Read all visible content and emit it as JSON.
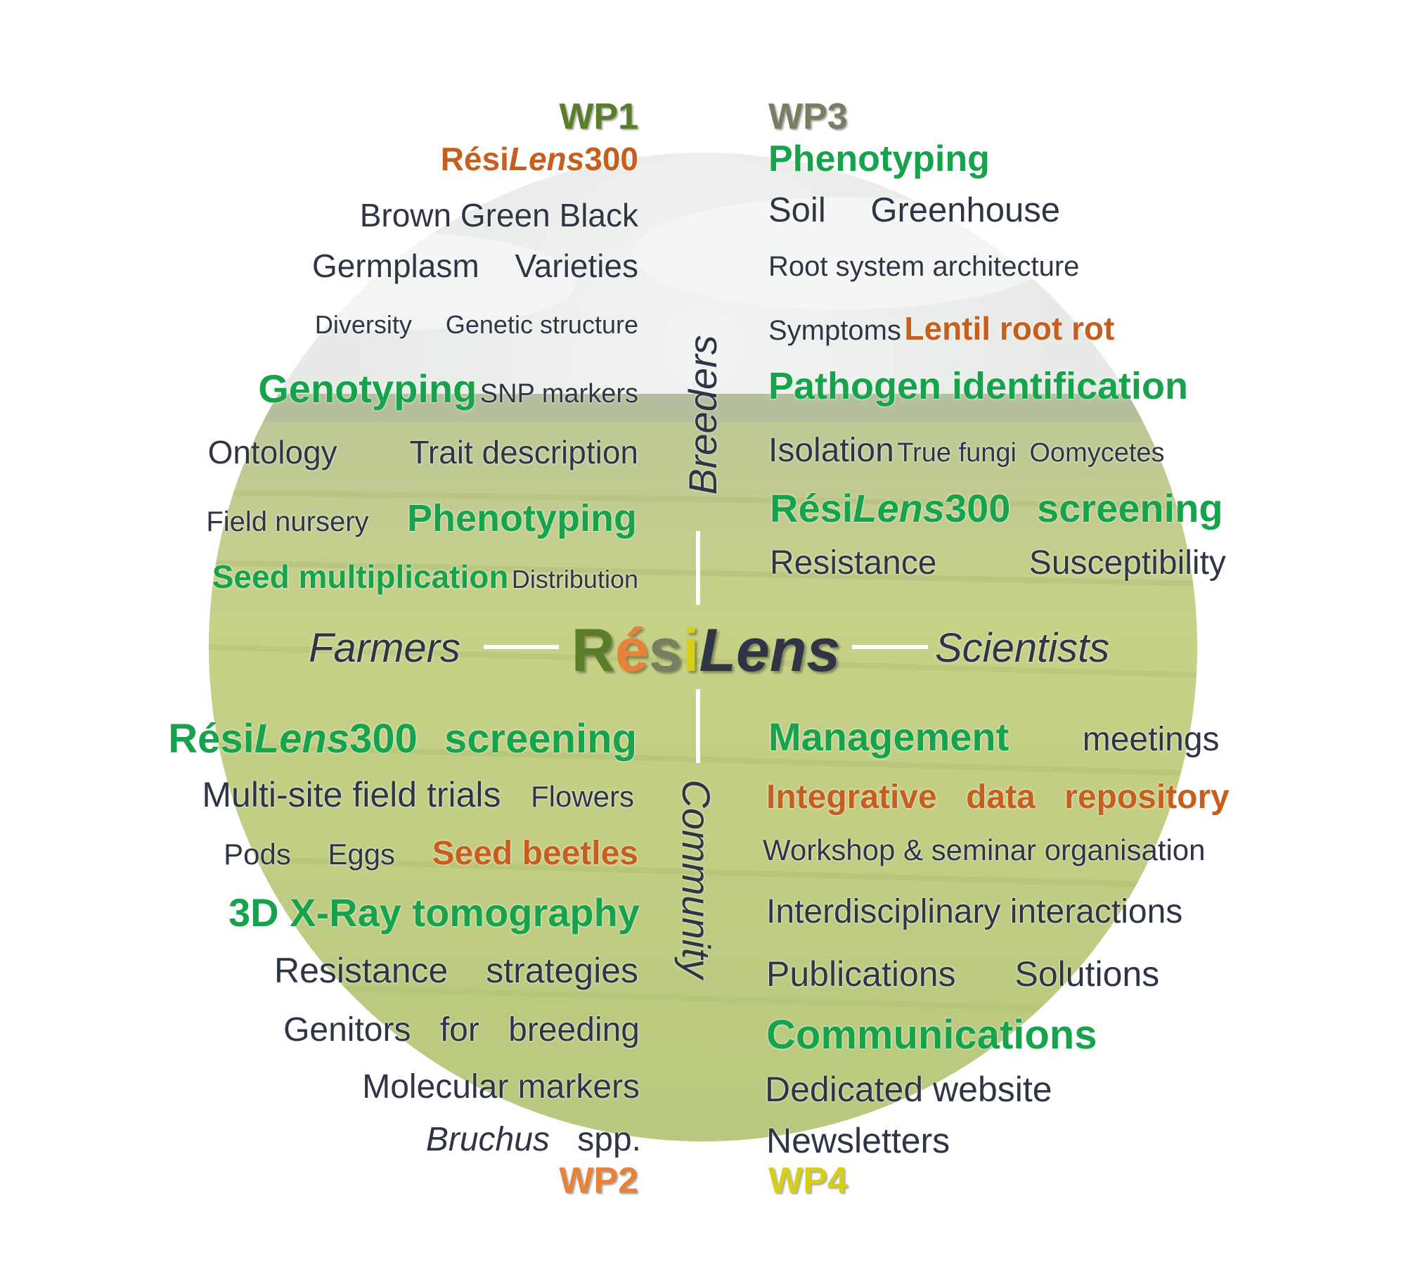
{
  "wp1": {
    "label": "WP1",
    "color": "#5a7d2a",
    "lines": [
      [
        "RésiLens300"
      ],
      [
        "Brown",
        "Green",
        "Black"
      ],
      [
        "Germplasm",
        "Varieties"
      ],
      [
        "Diversity",
        "Genetic structure"
      ],
      [
        "Genotyping",
        "SNP markers"
      ],
      [
        "Ontology",
        "Trait description"
      ],
      [
        "Field nursery",
        "Phenotyping"
      ],
      [
        "Seed multiplication",
        "Distribution"
      ]
    ]
  },
  "wp3": {
    "label": "WP3",
    "color": "#7a7d62",
    "lines": [
      [
        "Phenotyping"
      ],
      [
        "Soil",
        "Greenhouse"
      ],
      [
        "Root system architecture"
      ],
      [
        "Symptoms",
        "Lentil root rot"
      ],
      [
        "Pathogen identification"
      ],
      [
        "Isolation",
        "True fungi",
        "Oomycetes"
      ],
      [
        "RésiLens300",
        "screening"
      ],
      [
        "Resistance",
        "Susceptibility"
      ]
    ]
  },
  "wp2": {
    "label": "WP2",
    "color": "#e8823a",
    "lines": [
      [
        "RésiLens300",
        "screening"
      ],
      [
        "Multi-site field trials",
        "Flowers"
      ],
      [
        "Pods",
        "Eggs",
        "Seed beetles"
      ],
      [
        "3D X-Ray tomography"
      ],
      [
        "Resistance",
        "strategies"
      ],
      [
        "Genitors",
        "for",
        "breeding"
      ],
      [
        "Molecular markers"
      ],
      [
        "Bruchus",
        "spp."
      ]
    ]
  },
  "wp4": {
    "label": "WP4",
    "color": "#d6cf18",
    "lines": [
      [
        "Management",
        "meetings"
      ],
      [
        "Integrative",
        "data",
        "repository"
      ],
      [
        "Workshop & seminar organisation"
      ],
      [
        "Interdisciplinary interactions"
      ],
      [
        "Publications",
        "Solutions"
      ],
      [
        "Communications"
      ],
      [
        "Dedicated website"
      ],
      [
        "Newsletters"
      ]
    ]
  },
  "audiences": {
    "top": "Breeders",
    "bottom": "Community",
    "left": "Farmers",
    "right": "Scientists"
  },
  "logo": {
    "parts": [
      "R",
      "é",
      "s",
      "i",
      "Lens"
    ],
    "colors": [
      "#5a7d2a",
      "#e8823a",
      "#7a7d62",
      "#d6cf18",
      "#2f3544"
    ]
  },
  "colors": {
    "green_emphasis": "#16a34c",
    "orange_emphasis": "#c65f1e",
    "body_text": "#2f3544",
    "field_background": "#a9bf5c"
  }
}
